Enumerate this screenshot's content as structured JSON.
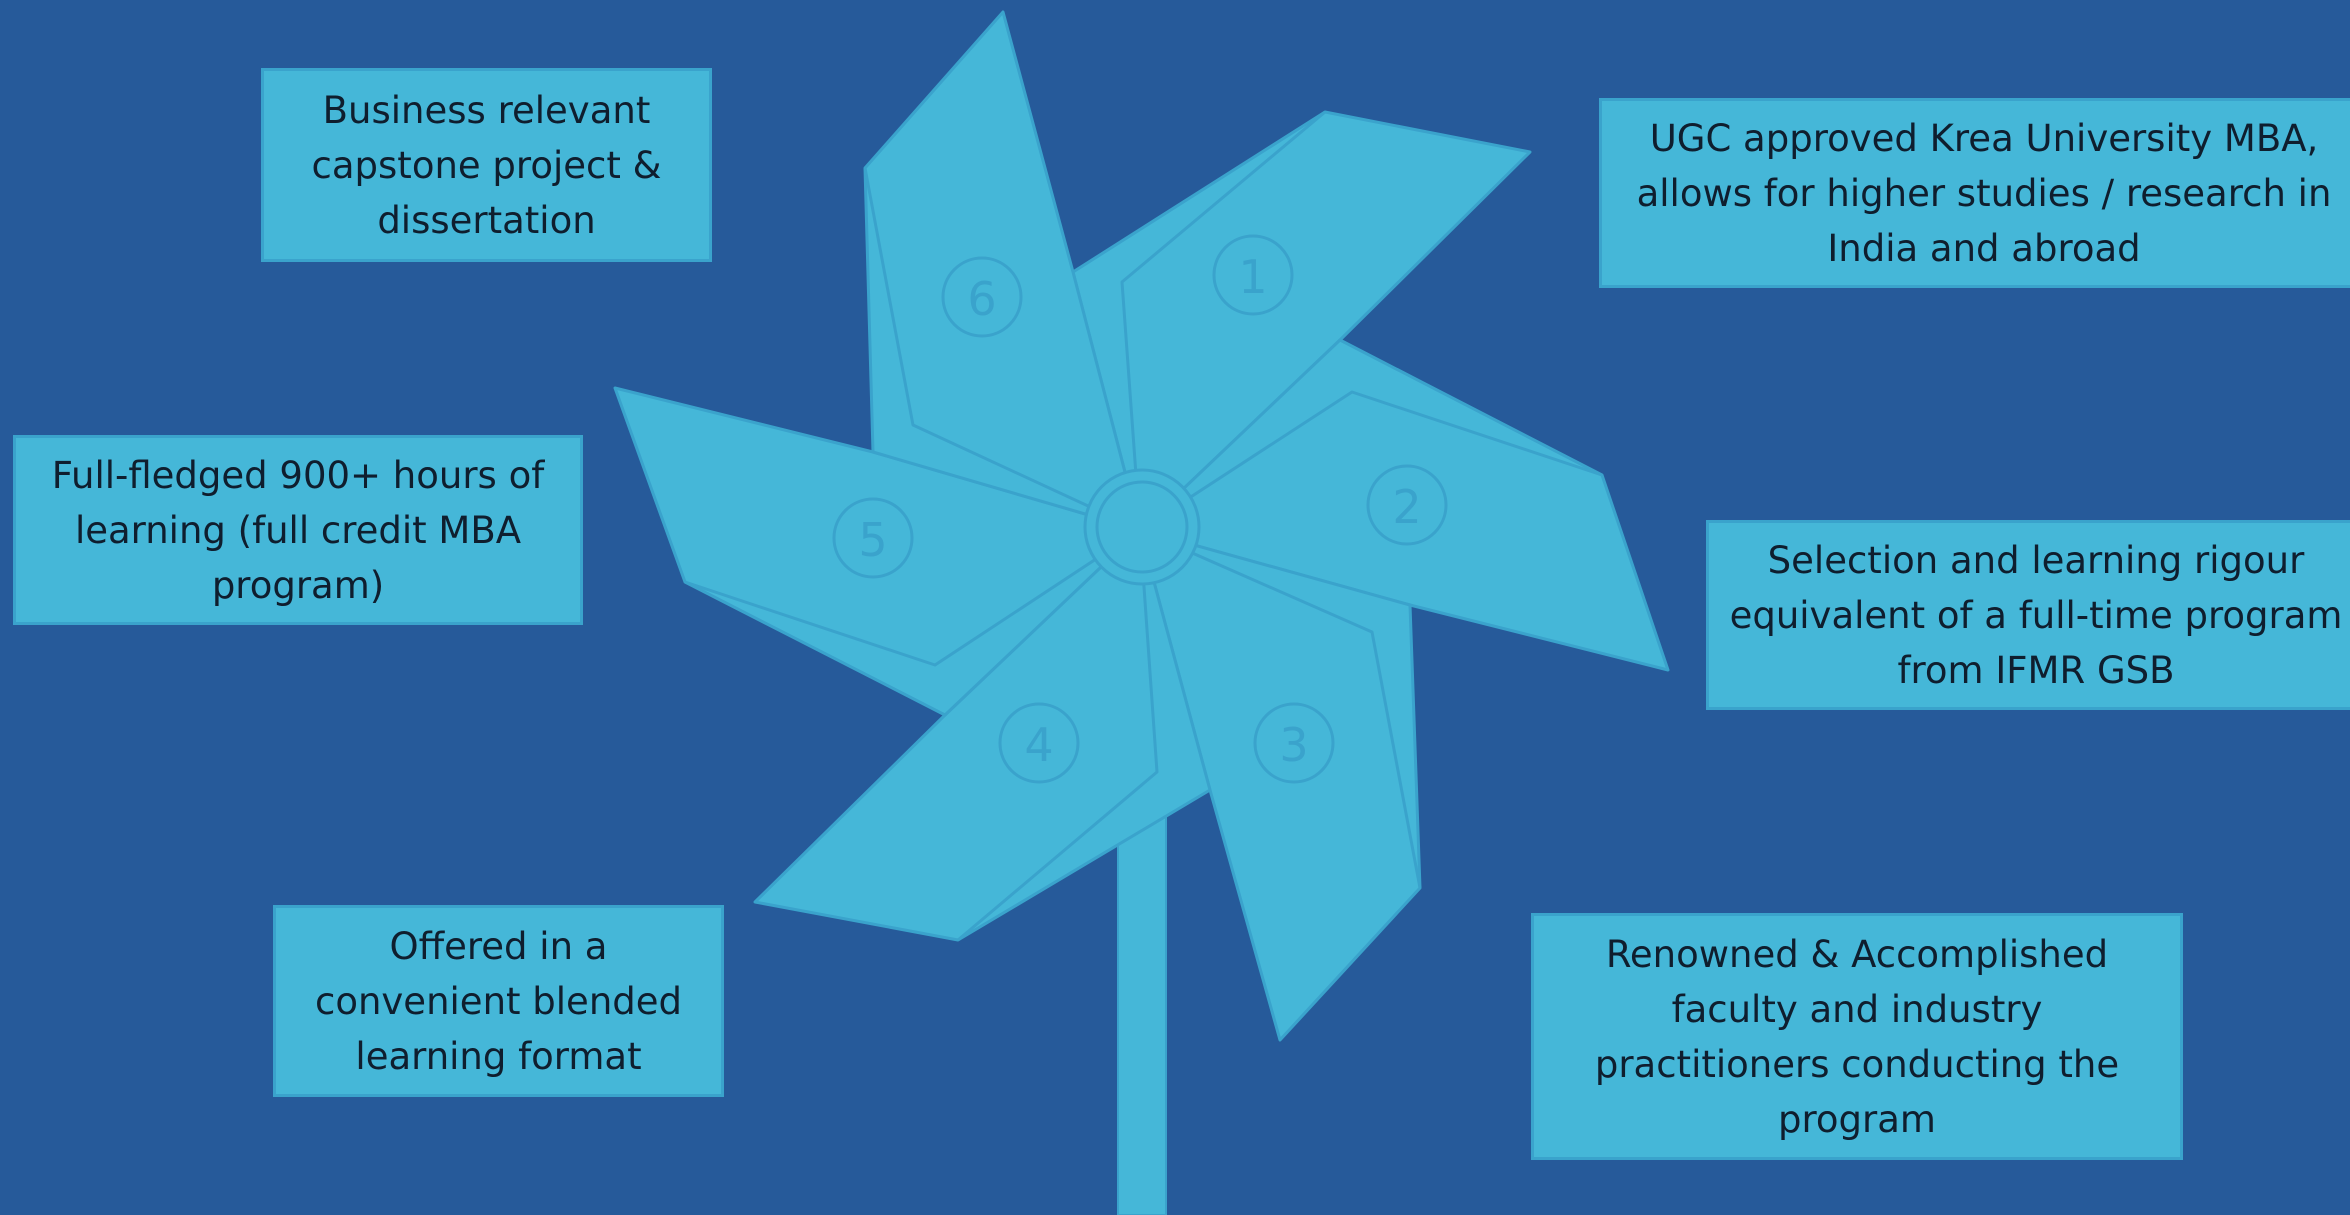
{
  "colors": {
    "background": "#265a9a",
    "blade": "#45b7d8",
    "outline": "#3aa3cc",
    "text": "#0f1e2e"
  },
  "blades": [
    {
      "number": "1",
      "text": "UGC approved Krea University MBA, allows for higher studies / research in India and abroad"
    },
    {
      "number": "2",
      "text": "Selection and learning rigour equivalent of a full-time program from IFMR GSB"
    },
    {
      "number": "3",
      "text": "Renowned & Accomplished faculty and industry practitioners conducting the program"
    },
    {
      "number": "4",
      "text": "Offered in a convenient blended learning format"
    },
    {
      "number": "5",
      "text": "Full-fledged 900+ hours of learning (full credit MBA program)"
    },
    {
      "number": "6",
      "text": "Business relevant capstone project & dissertation"
    }
  ]
}
